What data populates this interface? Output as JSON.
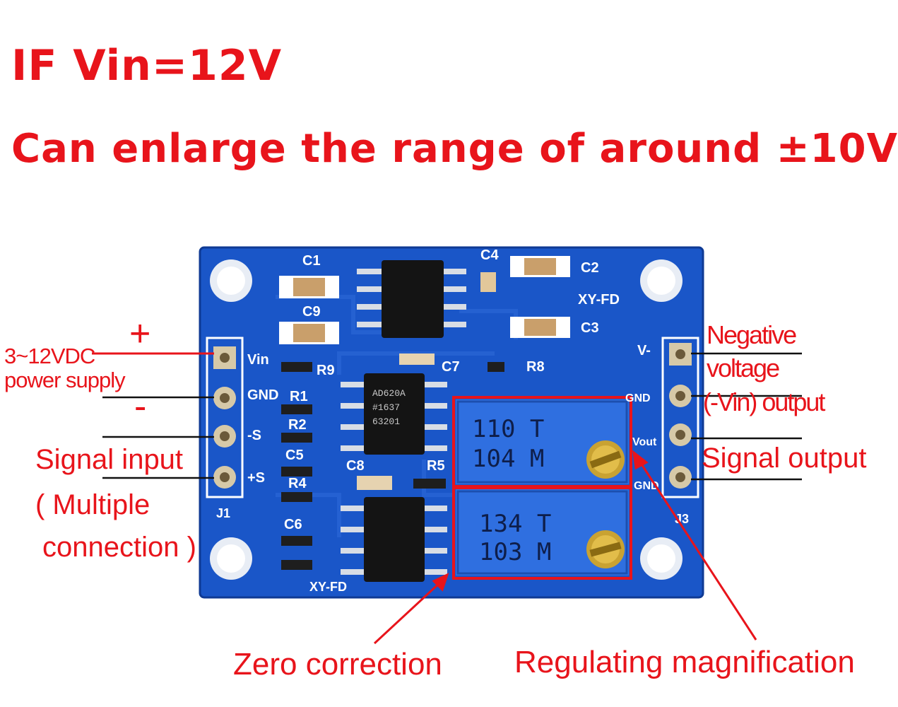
{
  "headline": {
    "line1": "IF Vin=12V",
    "line2": "Can enlarge the range of around ±10V"
  },
  "left_labels": {
    "plus": "+",
    "minus": "-",
    "power_supply_line1": "3~12VDC",
    "power_supply_line2": "power supply",
    "signal_input": "Signal input",
    "multiple_line1": "( Multiple",
    "multiple_line2": "connection )"
  },
  "right_labels": {
    "negative_line1": "Negative",
    "negative_line2": "voltage",
    "negative_line3": "(-Vin) output",
    "signal_output": "Signal output"
  },
  "bottom_labels": {
    "zero_correction": "Zero correction",
    "regulating_magnification": "Regulating magnification"
  },
  "board": {
    "silk_c1": "C1",
    "silk_c2": "C2",
    "silk_c3": "C3",
    "silk_c4": "C4",
    "silk_c5": "C5",
    "silk_c6": "C6",
    "silk_c7": "C7",
    "silk_c8": "C8",
    "silk_c9": "C9",
    "silk_r1": "R1",
    "silk_r2": "R2",
    "silk_r4": "R4",
    "silk_r5": "R5",
    "silk_r8": "R8",
    "silk_r9": "R9",
    "silk_xyfd_top": "XY-FD",
    "silk_xyfd_bottom": "XY-FD",
    "silk_j1": "J1",
    "silk_j3": "J3",
    "pin_vin": "Vin",
    "pin_gnd": "GND",
    "pin_s_minus": "-S",
    "pin_s_plus": "+S",
    "pin_v_minus": "V-",
    "pin_gnd_right": "GND",
    "pin_vout": "Vout",
    "pin_gnd_right2": "GND",
    "chip_line1": "AD620A",
    "chip_line2": "#1637",
    "chip_line3": "63201",
    "pot1_line1": "110  T",
    "pot1_line2": "104  M",
    "pot2_line1": "134  T",
    "pot2_line2": "103  M"
  },
  "colors": {
    "annotation_red": "#e8141b",
    "pcb_blue": "#1a56c8",
    "pot_blue": "#2f6fe0"
  }
}
